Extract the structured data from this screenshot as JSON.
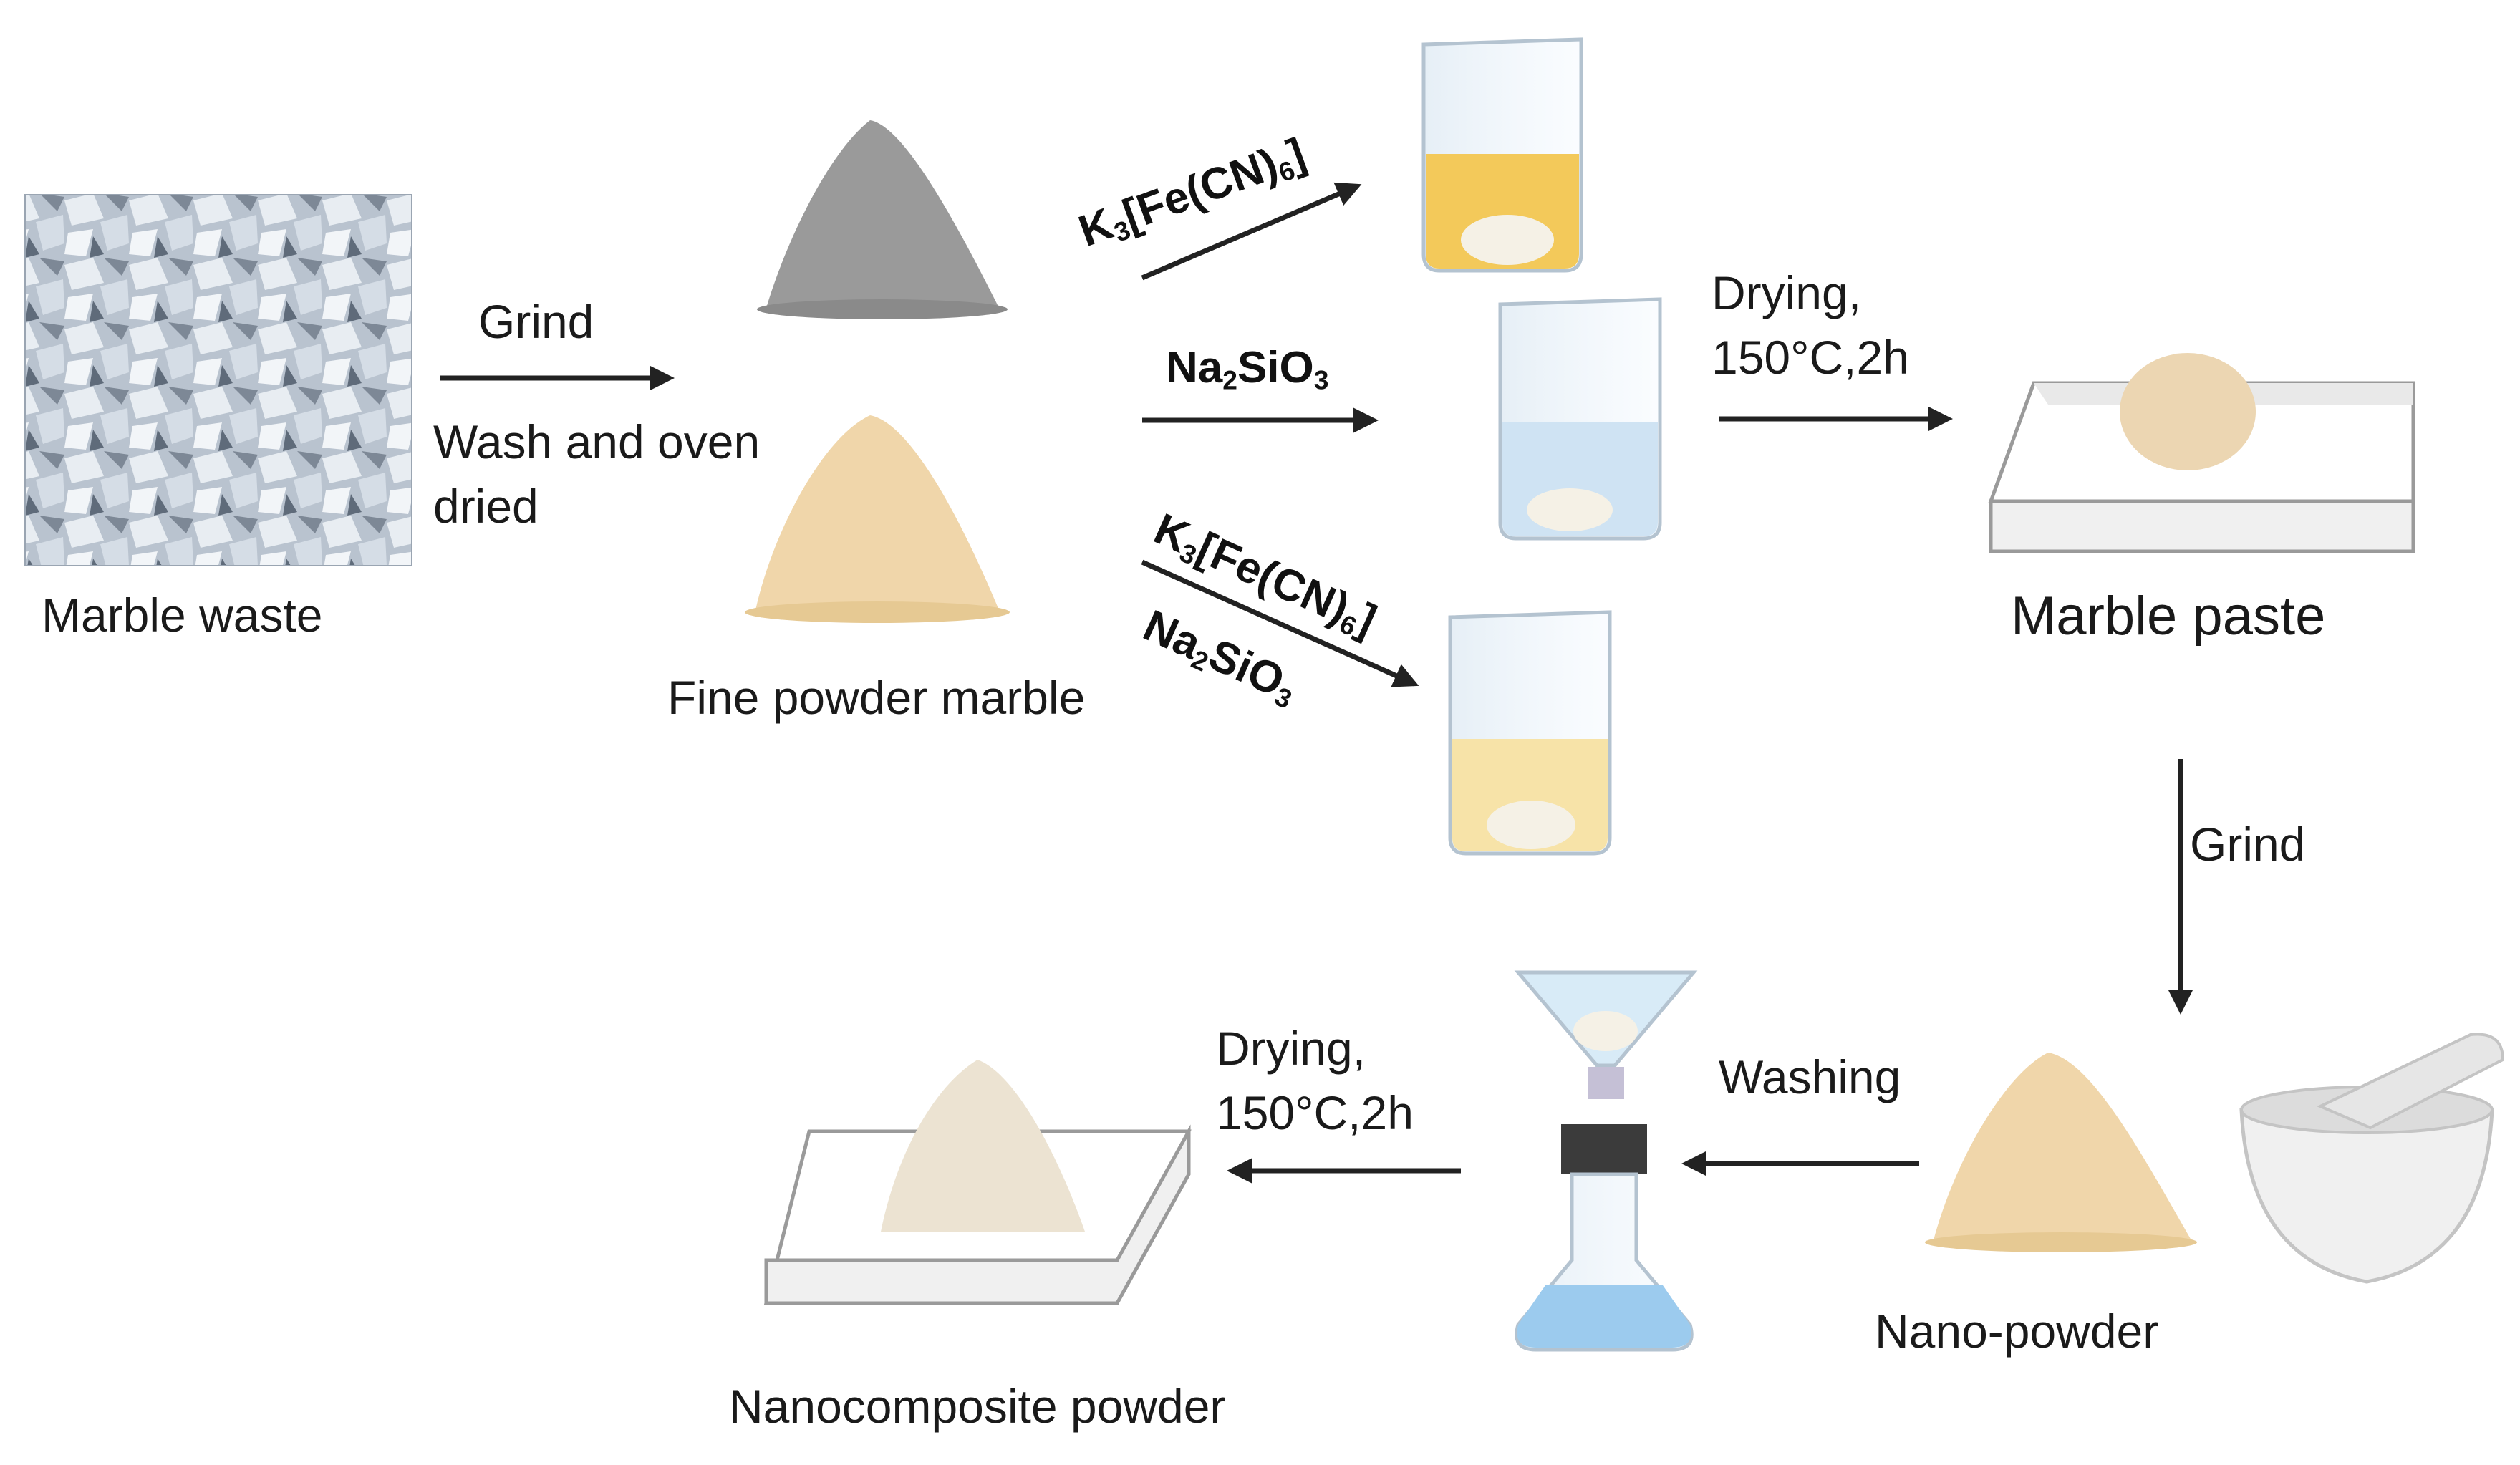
{
  "labels": {
    "marble_waste": "Marble waste",
    "grind_1": "Grind",
    "wash_dried_1": "Wash and oven",
    "wash_dried_2": "dried",
    "fine_powder": "Fine powder marble",
    "drying_1a": "Drying,",
    "drying_1b": "150°C,2h",
    "marble_paste": "Marble paste",
    "grind_2": "Grind",
    "nano_powder": "Nano-powder",
    "washing": "Washing",
    "drying_2a": "Drying,",
    "drying_2b": "150°C,2h",
    "nanocomposite": "Nanocomposite powder"
  },
  "reagents": {
    "r1": {
      "a": "K",
      "a_sub": "3",
      "b": "[Fe(CN)",
      "b_sub": "6",
      "c": "]"
    },
    "r2": {
      "a": "Na",
      "a_sub": "2",
      "b": "SiO",
      "b_sub": "3"
    },
    "r3a": {
      "a": "K",
      "a_sub": "3",
      "b": "[Fe(CN)",
      "b_sub": "6",
      "c": "]"
    },
    "r3b": {
      "a": "Na",
      "a_sub": "2",
      "b": "SiO",
      "b_sub": "3"
    }
  },
  "colors": {
    "gray_powder": "#9a9a9a",
    "beige_powder": "#f0d6aa",
    "yellow_solution": "#f3c95a",
    "blue_solution": "#cfe3f3",
    "pale_yellow_solution": "#f7e3a8",
    "flask_blue": "#9ccbee",
    "arrow": "#222222"
  }
}
